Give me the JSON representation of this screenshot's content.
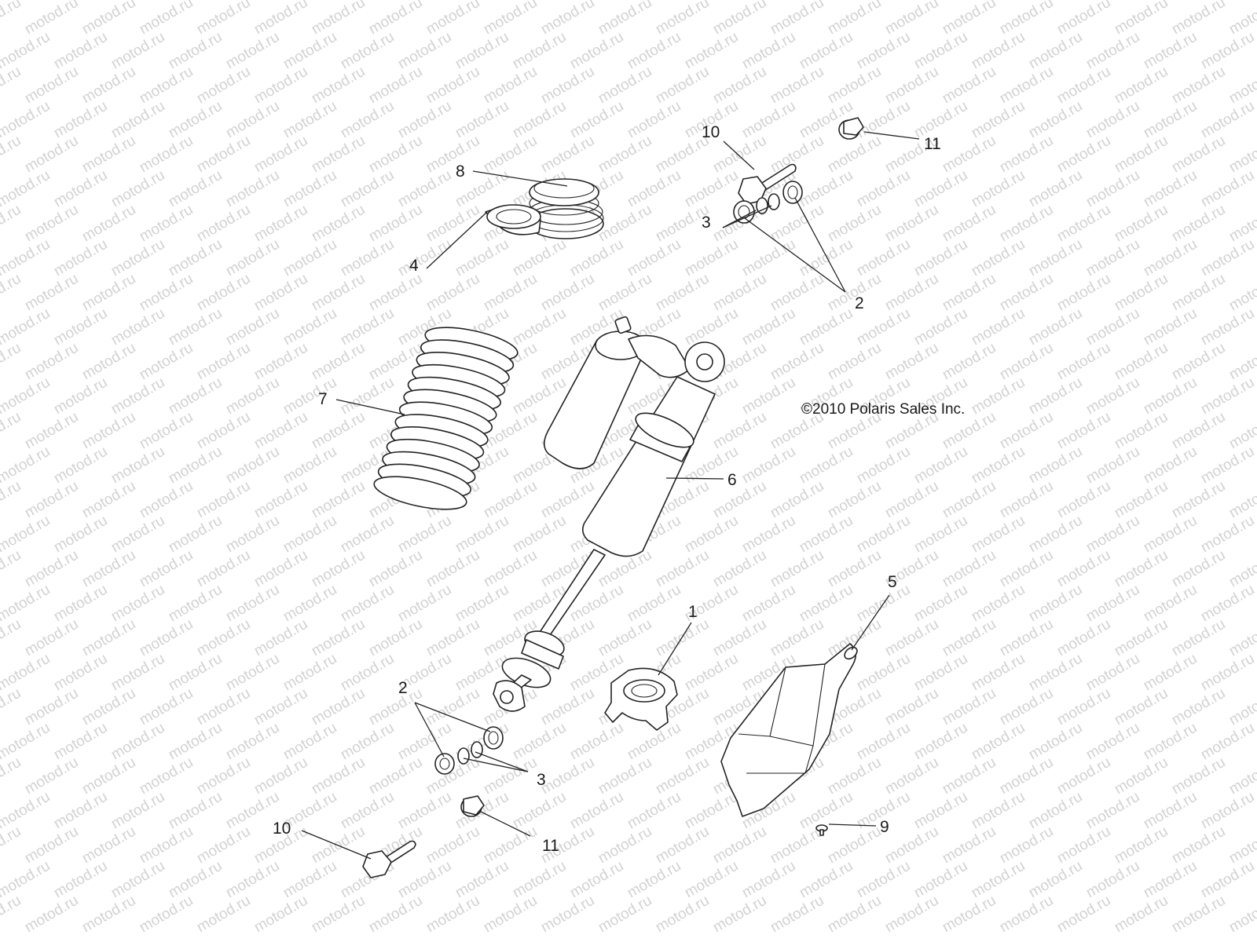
{
  "watermark": {
    "text": "motod.ru"
  },
  "copyright": "©2010 Polaris Sales Inc.",
  "callouts": {
    "c1": "1",
    "c2_top": "2",
    "c2_bottom": "2",
    "c3_top": "3",
    "c3_bottom": "3",
    "c4": "4",
    "c5": "5",
    "c6": "6",
    "c7": "7",
    "c8": "8",
    "c9": "9",
    "c10_top": "10",
    "c10_bottom": "10",
    "c11_top": "11",
    "c11_bottom": "11"
  },
  "parts": {
    "p1": "spring-retainer-clip",
    "p2": "bushing",
    "p3": "o-ring",
    "p4": "spring-adapter",
    "p5": "shock-guard",
    "p6": "shock-absorber",
    "p7": "coil-spring",
    "p8": "crossover-spring",
    "p9": "screw",
    "p10": "bolt",
    "p11": "nut"
  }
}
